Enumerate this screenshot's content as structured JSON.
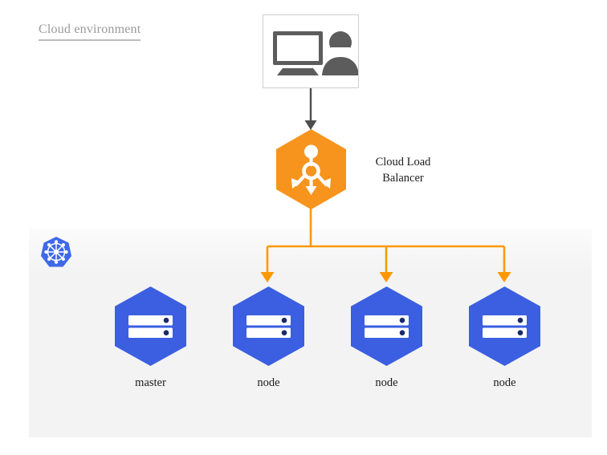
{
  "page": {
    "title": "Cloud environment",
    "background_color": "#ffffff"
  },
  "colors": {
    "title_text": "#9a9a9a",
    "title_rule": "#bdbdbd",
    "panel_background": "#f3f3f4",
    "client_box_border": "#cfcfcf",
    "client_icon": "#5c5c5c",
    "gray_arrow": "#4d4d4d",
    "load_balancer_orange": "#f7941d",
    "connector_orange": "#ff9800",
    "node_blue": "#3b5fe0",
    "node_icon_white": "#ffffff",
    "node_icon_dot": "#1a2a6c",
    "kubernetes_blue": "#3f69e8"
  },
  "client": {
    "icon_names": [
      "monitor-icon",
      "user-icon"
    ],
    "label": ""
  },
  "load_balancer": {
    "label": "Cloud Load Balancer",
    "label_line_1": "Cloud Load",
    "label_line_2": "Balancer",
    "icon_name": "load-balancer-icon",
    "shape": "hexagon",
    "color": "#f7941d"
  },
  "cluster": {
    "badge_icon_name": "kubernetes-logo",
    "nodes": [
      {
        "label": "master",
        "icon_name": "server-icon",
        "shape": "hexagon",
        "color": "#3b5fe0",
        "has_incoming_arrow": false
      },
      {
        "label": "node",
        "icon_name": "server-icon",
        "shape": "hexagon",
        "color": "#3b5fe0",
        "has_incoming_arrow": true
      },
      {
        "label": "node",
        "icon_name": "server-icon",
        "shape": "hexagon",
        "color": "#3b5fe0",
        "has_incoming_arrow": true
      },
      {
        "label": "node",
        "icon_name": "server-icon",
        "shape": "hexagon",
        "color": "#3b5fe0",
        "has_incoming_arrow": true
      }
    ]
  },
  "connectors": [
    {
      "name": "client-to-load-balancer",
      "from": "client",
      "to": "load_balancer",
      "color": "#4d4d4d",
      "arrow": true
    },
    {
      "name": "load-balancer-to-node-1",
      "from": "load_balancer",
      "to": "node",
      "color": "#ff9800",
      "arrow": true
    },
    {
      "name": "load-balancer-to-node-2",
      "from": "load_balancer",
      "to": "node",
      "color": "#ff9800",
      "arrow": true
    },
    {
      "name": "load-balancer-to-node-3",
      "from": "load_balancer",
      "to": "node",
      "color": "#ff9800",
      "arrow": true
    }
  ]
}
